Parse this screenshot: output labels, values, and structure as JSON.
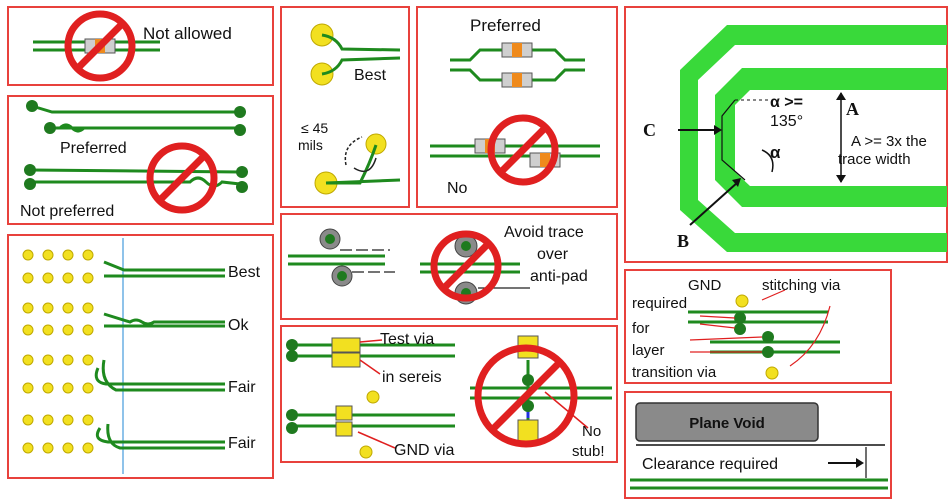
{
  "colors": {
    "panel_border": "#e8413c",
    "trace": "#1e8a1e",
    "trace_light": "#39d93a",
    "pad": "#f2e020",
    "via": "#1f7a1f",
    "prohibit": "#e02020",
    "component_body": "#cfcfcf",
    "component_band": "#ef8a1c",
    "plane_void": "#8a8a8a",
    "guide_line": "#8fc3ea"
  },
  "panels": {
    "resistor_cross": {
      "label": "Not allowed"
    },
    "trace_pairs": {
      "preferred": "Preferred",
      "not_preferred": "Not preferred"
    },
    "pad_exit": {
      "labels": [
        "Best",
        "Ok",
        "Fair",
        "Fair"
      ]
    },
    "pad_spacing": {
      "best": "Best",
      "spacing_line1": "≤ 45",
      "spacing_line2": "mils"
    },
    "component_placement": {
      "preferred": "Preferred",
      "no": "No"
    },
    "anti_pad": {
      "line1": "Avoid trace",
      "line2": "over",
      "line3": "anti-pad"
    },
    "test_via": {
      "test_via": "Test via",
      "in_series": "in sereis",
      "gnd_via": "GND via",
      "no": "No",
      "stub": "stub!"
    },
    "corner_geometry": {
      "label_a": "A",
      "label_b": "B",
      "label_c": "C",
      "angle_line1": "α >=",
      "angle_line2": "135°",
      "alpha": "α",
      "rule_line1": "A >= 3x the",
      "rule_line2": "trace width"
    },
    "stitching": {
      "gnd": "GND",
      "stitching_via": "stitching via",
      "required": "required",
      "for": "for",
      "layer": "layer",
      "transition_via": "transition via"
    },
    "plane_void": {
      "title": "Plane Void",
      "clearance": "Clearance required"
    }
  }
}
